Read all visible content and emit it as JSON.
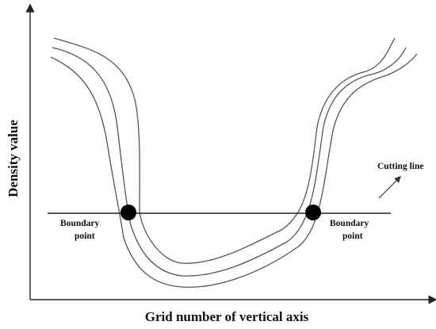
{
  "axes": {
    "x_label": "Grid number of vertical axis",
    "y_label": "Density value"
  },
  "annotations": {
    "cutting_line": "Cutting line",
    "boundary_left_1": "Boundary",
    "boundary_left_2": "point",
    "boundary_right_1": "Boundary",
    "boundary_right_2": "point"
  },
  "style": {
    "curve_color": "#555555",
    "axis_color": "#222222",
    "point_color": "#000000"
  }
}
